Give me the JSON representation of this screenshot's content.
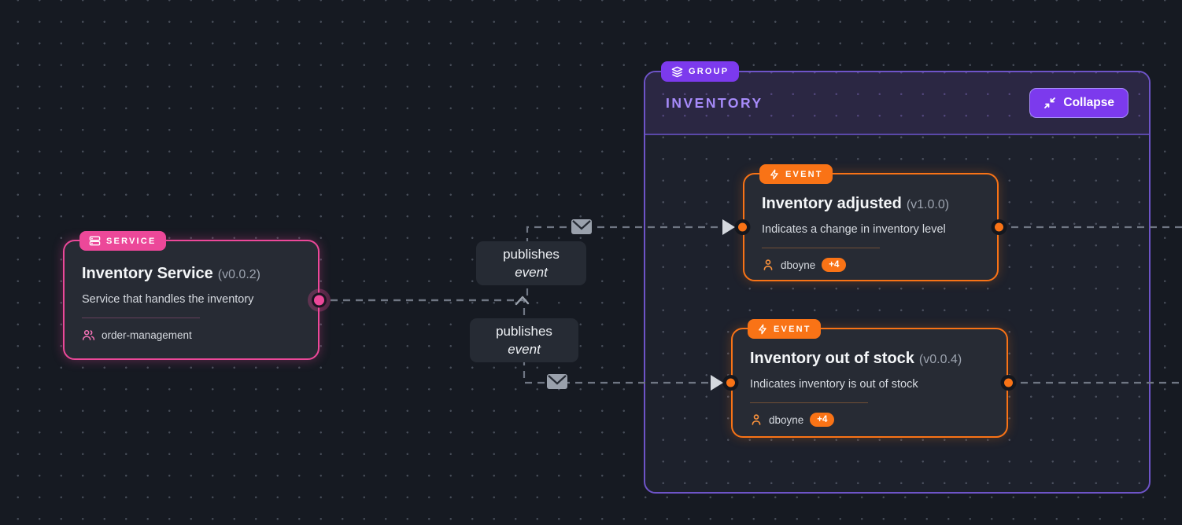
{
  "canvas": {
    "background": "#161a22",
    "dot_color": "#96a0b2"
  },
  "service": {
    "badge_label": "SERVICE",
    "title": "Inventory Service",
    "version": "(v0.0.2)",
    "description": "Service that handles the inventory",
    "owner": "order-management",
    "accent_color": "#ec4899"
  },
  "group": {
    "badge_label": "GROUP",
    "title": "INVENTORY",
    "collapse_label": "Collapse",
    "accent_color": "#7c3aed",
    "border_color": "#6e54c8"
  },
  "events": [
    {
      "badge_label": "EVENT",
      "title": "Inventory adjusted",
      "version": "(v1.0.0)",
      "description": "Indicates a change in inventory level",
      "owner": "dboyne",
      "owner_badge": "+4",
      "accent_color": "#f97316"
    },
    {
      "badge_label": "EVENT",
      "title": "Inventory out of stock",
      "version": "(v0.0.4)",
      "description": "Indicates inventory is out of stock",
      "owner": "dboyne",
      "owner_badge": "+4",
      "accent_color": "#f97316"
    }
  ],
  "edges": {
    "color": "#6f7683",
    "labels": [
      {
        "line1": "publishes",
        "line2": "event"
      },
      {
        "line1": "publishes",
        "line2": "event"
      }
    ]
  }
}
